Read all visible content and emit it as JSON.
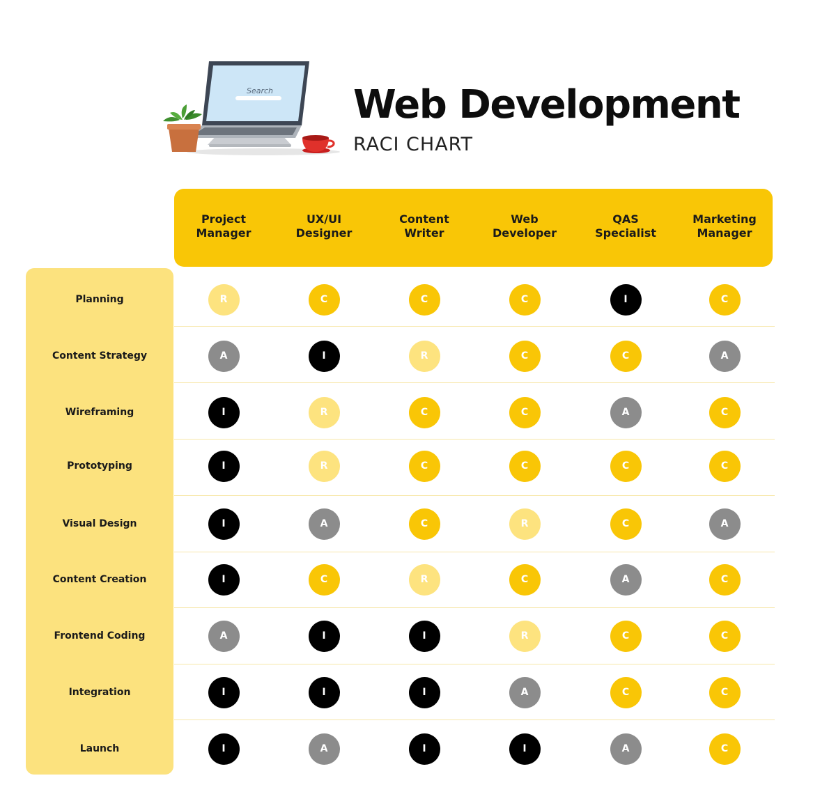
{
  "header": {
    "title": "Web Development",
    "subtitle": "RACI CHART",
    "illustration": {
      "search_text": "Search",
      "icons": [
        "laptop-icon",
        "plant-icon",
        "coffee-cup-icon"
      ]
    }
  },
  "legend_colors": {
    "R": "#fde37f",
    "A": "#8c8c8c",
    "C": "#f9c606",
    "I": "#000000",
    "header_band": "#f9c606",
    "task_panel": "#fce27e"
  },
  "chart_data": {
    "type": "table",
    "title": "Web Development",
    "subtitle": "RACI CHART",
    "columns": [
      "Project\nManager",
      "UX/UI\nDesigner",
      "Content\nWriter",
      "Web\nDeveloper",
      "QAS\nSpecialist",
      "Marketing\nManager"
    ],
    "rows": [
      {
        "task": "Planning",
        "values": [
          "R",
          "C",
          "C",
          "C",
          "I",
          "C"
        ]
      },
      {
        "task": "Content Strategy",
        "values": [
          "A",
          "I",
          "R",
          "C",
          "C",
          "A"
        ]
      },
      {
        "task": "Wireframing",
        "values": [
          "I",
          "R",
          "C",
          "C",
          "A",
          "C"
        ]
      },
      {
        "task": "Prototyping",
        "values": [
          "I",
          "R",
          "C",
          "C",
          "C",
          "C"
        ]
      },
      {
        "task": "Visual Design",
        "values": [
          "I",
          "A",
          "C",
          "R",
          "C",
          "A"
        ]
      },
      {
        "task": "Content Creation",
        "values": [
          "I",
          "C",
          "R",
          "C",
          "A",
          "C"
        ]
      },
      {
        "task": "Frontend Coding",
        "values": [
          "A",
          "I",
          "I",
          "R",
          "C",
          "C"
        ]
      },
      {
        "task": "Integration",
        "values": [
          "I",
          "I",
          "I",
          "A",
          "C",
          "C"
        ]
      },
      {
        "task": "Launch",
        "values": [
          "I",
          "A",
          "I",
          "I",
          "A",
          "C"
        ]
      }
    ]
  }
}
